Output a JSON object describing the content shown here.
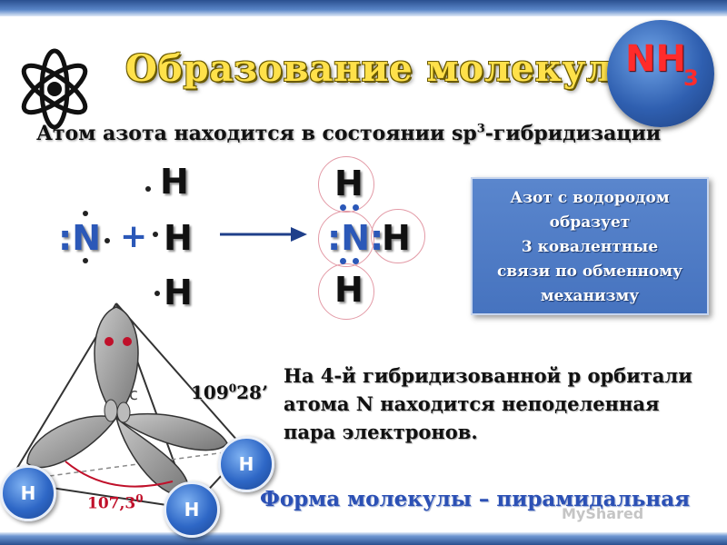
{
  "slide": {
    "title": "Образование молекулы",
    "badge": {
      "text": "NH",
      "subscript": "3",
      "color": "#ff2b2b"
    },
    "subtitle_pre": "Атом азота находится в состоянии sp",
    "subtitle_sup": "3",
    "subtitle_post": "-гибридизации",
    "scheme": {
      "left_n": ":N",
      "h": "H",
      "plus": "+",
      "product_n": ":N:",
      "product_h": "H"
    },
    "infobox": {
      "lines": [
        "Азот с водородом",
        "образует",
        "3 ковалентные",
        "связи по обменному",
        "механизму"
      ]
    },
    "note": {
      "lines": [
        "На 4-й гибридизованной р орбитали",
        "атома N  находится неподеленная",
        "пара электронов."
      ]
    },
    "angle_top": {
      "value": "109",
      "sup": "0",
      "rest": "28’"
    },
    "angle_bottom": {
      "value": "107,3",
      "sup": "0"
    },
    "orbital_label": "c",
    "h_balls": [
      "H",
      "H",
      "H"
    ],
    "shape_caption": "Форма молекулы – пирамидальная",
    "watermark": "MyShared"
  }
}
